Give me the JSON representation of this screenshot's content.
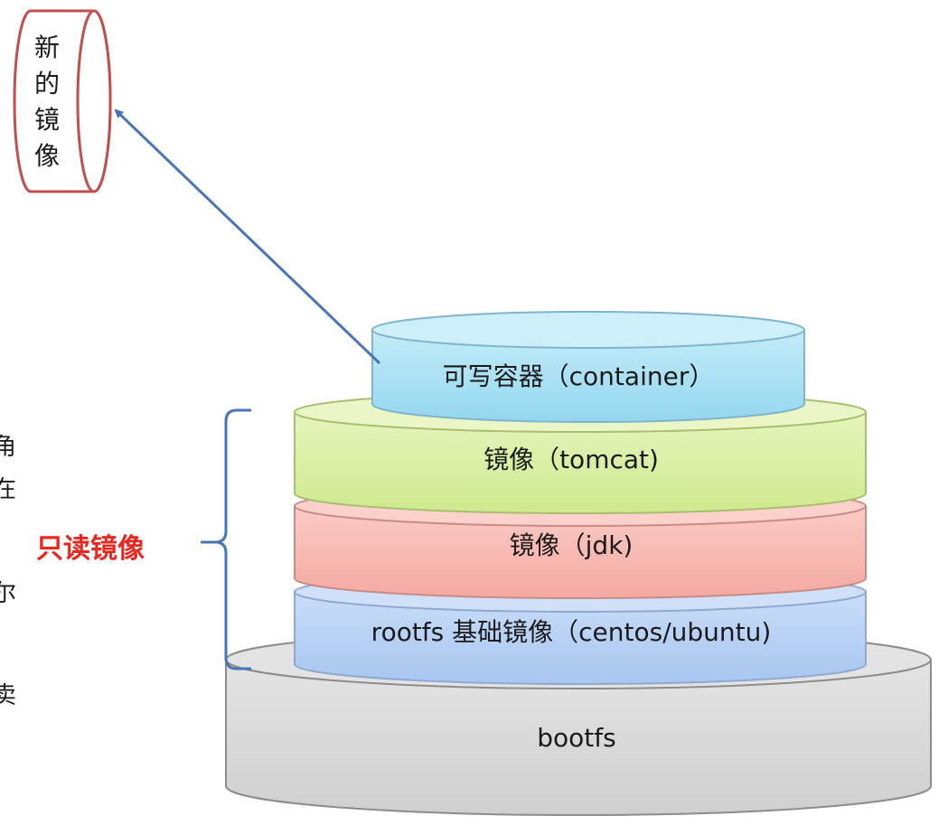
{
  "new_image": {
    "chars": [
      "新",
      "的",
      "镜",
      "像"
    ]
  },
  "layers": {
    "container": {
      "label": "可写容器（container）",
      "color": "#a9e1f3"
    },
    "tomcat": {
      "label": "镜像（tomcat)",
      "color": "#d9efa4"
    },
    "jdk": {
      "label": "镜像（jdk)",
      "color": "#f7b9b3"
    },
    "rootfs": {
      "label": "rootfs 基础镜像（centos/ubuntu)",
      "color": "#b7d1f5"
    },
    "bootfs": {
      "label": "bootfs",
      "color": "#d6d6d6"
    }
  },
  "readonly_label": "只读镜像",
  "clipped_left_text": [
    "角",
    "在",
    "尔",
    "卖"
  ],
  "colors": {
    "arrow": "#4a74b8",
    "brace": "#4a74b8",
    "new_image_border": "#c0504d",
    "readonly_text": "#e8281e"
  }
}
